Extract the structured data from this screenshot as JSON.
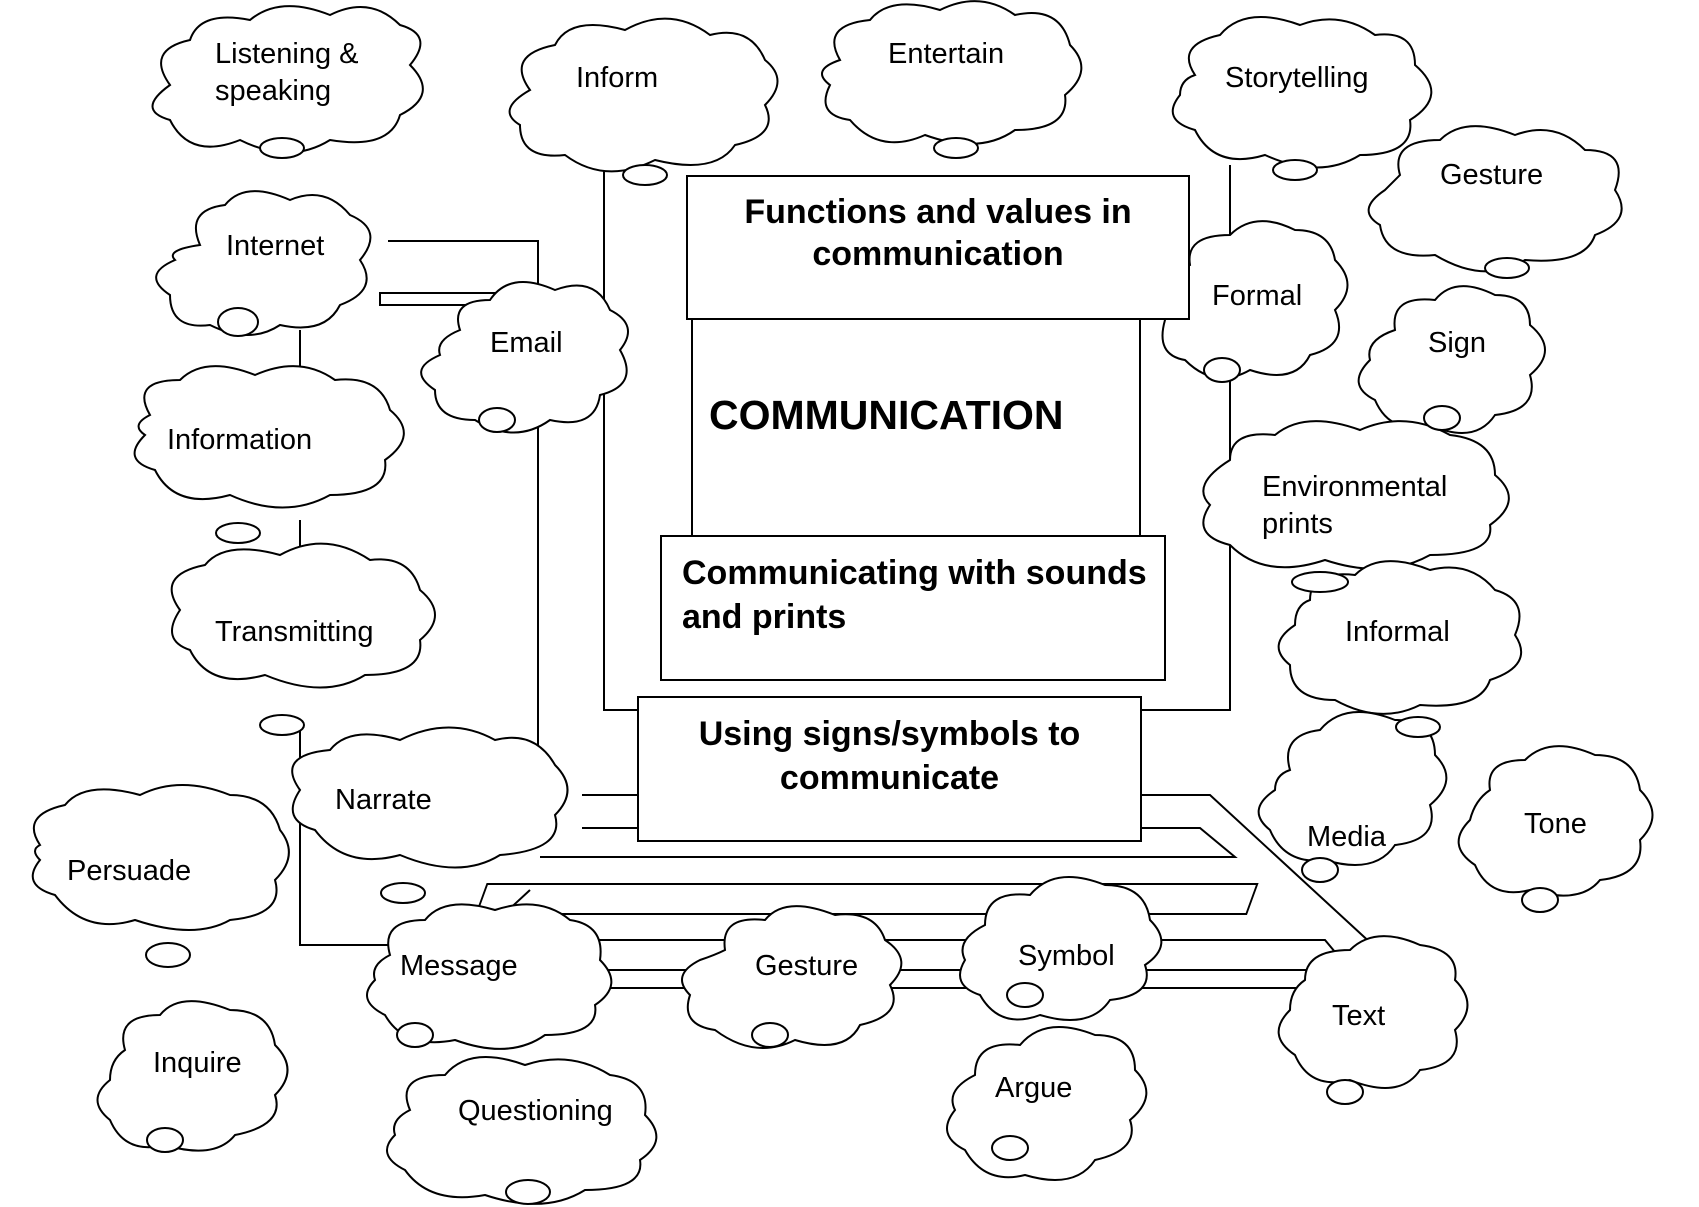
{
  "center": {
    "functions": "Functions and values in communication",
    "communication": "COMMUNICATION",
    "sounds": "Communicating with sounds and prints",
    "signs": "Using signs/symbols to communicate"
  },
  "clouds": {
    "listening": "Listening & speaking",
    "inform": "Inform",
    "entertain": "Entertain",
    "storytelling": "Storytelling",
    "gesture_top": "Gesture",
    "internet": "Internet",
    "email": "Email",
    "formal": "Formal",
    "sign": "Sign",
    "information": "Information",
    "environmental_prints": "Environmental prints",
    "transmitting": "Transmitting",
    "informal": "Informal",
    "narrate": "Narrate",
    "media": "Media",
    "tone": "Tone",
    "persuade": "Persuade",
    "message": "Message",
    "gesture_bottom": "Gesture",
    "symbol": "Symbol",
    "text": "Text",
    "inquire": "Inquire",
    "questioning": "Questioning",
    "argue": "Argue"
  }
}
